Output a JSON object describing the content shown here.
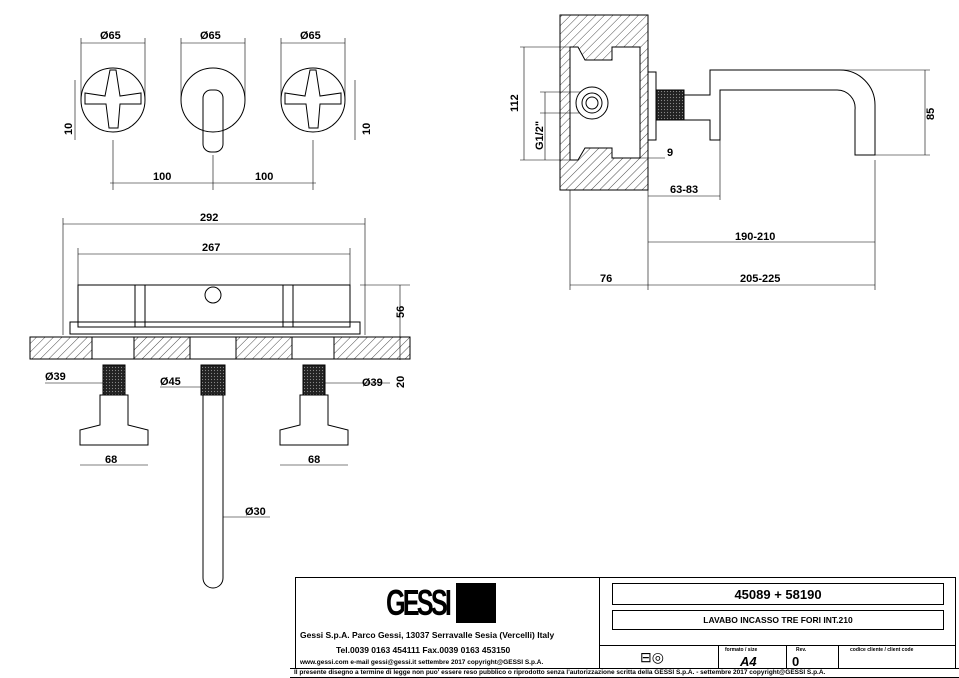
{
  "front_view": {
    "dia_left": "Ø65",
    "dia_center": "Ø65",
    "dia_right": "Ø65",
    "height_left": "10",
    "height_right": "10",
    "spacing_left": "100",
    "spacing_right": "100"
  },
  "plan_view": {
    "overall_width": "292",
    "inner_width": "267",
    "box_depth": "56",
    "wall_offset": "20",
    "dia_left": "Ø39",
    "dia_center": "Ø45",
    "dia_right": "Ø39",
    "handle_left": "68",
    "handle_right": "68",
    "spout_dia": "Ø30"
  },
  "side_view": {
    "height": "112",
    "thread": "G1/2\"",
    "gap": "9",
    "spout_height": "85",
    "range_1": "63-83",
    "range_2": "190-210",
    "wall_depth": "76",
    "range_3": "205-225"
  },
  "title_block": {
    "logo": "GESSI",
    "company_line1": "Gessi S.p.A. Parco Gessi, 13037 Serravalle Sesia (Vercelli) Italy",
    "company_line2": "Tel.0039 0163 454111 Fax.0039 0163 453150",
    "company_line3": "www.gessi.com e-mail gessi@gessi.it settembre 2017 copyright@GESSI S.p.A.",
    "code": "45089 + 58190",
    "description": "LAVABO INCASSO TRE FORI INT.210",
    "format_label": "formato / size",
    "format_value": "A4",
    "rev_label": "Rev.",
    "rev_value": "0",
    "client_code_label": "codice cliente / client code",
    "footer": "Il presente disegno a termine di legge non puo' essere reso pubblico o riprodotto senza l'autorizzazione scritta della GESSI S.p.A. - settembre 2017 copyright@GESSI S.p.A."
  }
}
